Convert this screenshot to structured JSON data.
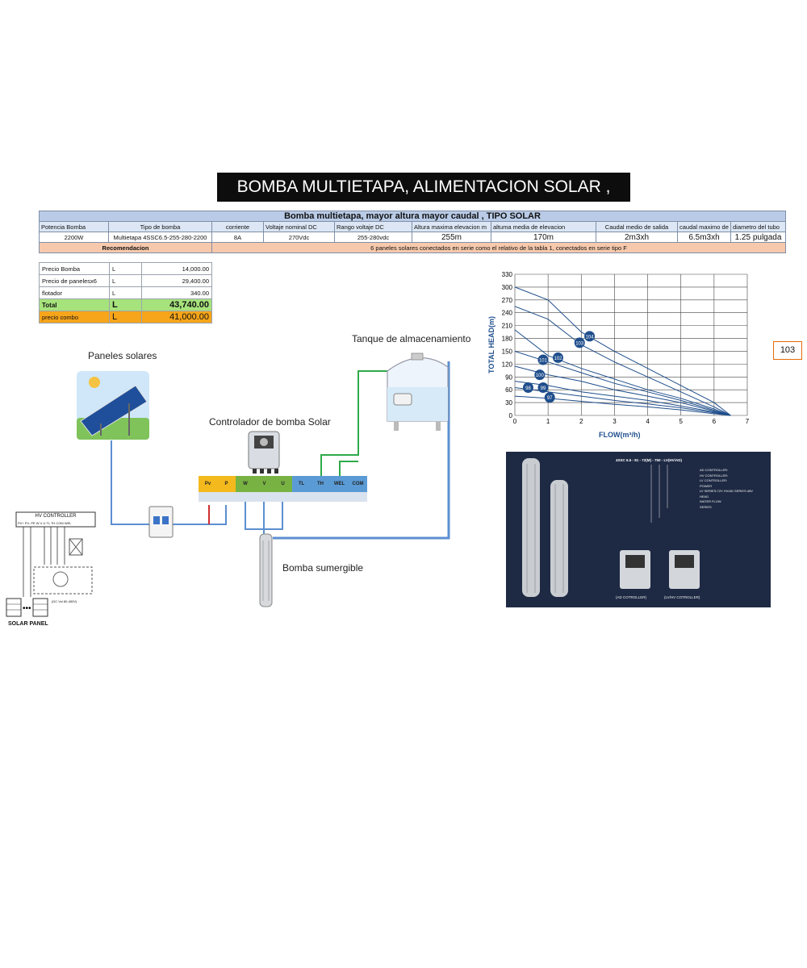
{
  "title": "BOMBA MULTIETAPA, ALIMENTACION SOLAR , 2200W",
  "spec_table": {
    "heading": "Bomba multietapa, mayor altura mayor caudal , TIPO SOLAR",
    "headers": [
      "Potencia Bomba",
      "Tipo de bomba",
      "corriente",
      "Voltaje nominal DC",
      "Rango voltaje DC",
      "Altura maxima elevacion m",
      "altuma media de elevacion",
      "Caudal medio de salida",
      "caudal maximo de",
      "diametro del tubo"
    ],
    "values": [
      "2200W",
      "Multietapa 4SSC6.5-255-280-2200",
      "8A",
      "270Vdc",
      "255-280vdc",
      "255m",
      "170m",
      "2m3xh",
      "6.5m3xh",
      "1.25 pulgada"
    ],
    "recommendation_label": "Recomendacion",
    "recommendation_text": "6 paneles solares conectados en serie  como el relativo de la tabla 1, conectados en serie  tipo F"
  },
  "price_table": {
    "rows": [
      {
        "label": "Precio Bomba",
        "currency": "L",
        "amount": "14,000.00"
      },
      {
        "label": "Precio de panelesx6",
        "currency": "L",
        "amount": "29,400.00"
      },
      {
        "label": "flotador",
        "currency": "L",
        "amount": "340.00"
      }
    ],
    "total": {
      "label": "Total",
      "currency": "L",
      "amount": "43,740.00"
    },
    "combo": {
      "label": "precio combo",
      "currency": "L",
      "amount": "41,000.00"
    }
  },
  "diagram": {
    "panels_label": "Paneles solares",
    "tank_label": "Tanque de almacenamiento",
    "controller_label": "Controlador de bomba Solar",
    "pump_label": "Bomba sumergible",
    "terminals": [
      "Pv",
      "P",
      "W",
      "V",
      "U",
      "TL",
      "TH",
      "WEL",
      "COM"
    ],
    "hv_controller_label": "HV CONTROLLER",
    "hv_terminals": "PV+ PV- PE  W  V  U  TL TH  COM WEL",
    "dc_note": "(DC Vol 80-450V)",
    "solar_panel_label": "SOLAR PANEL"
  },
  "page_badge": "103",
  "chart_data": {
    "type": "line",
    "title": "",
    "xlabel": "FLOW(m³/h)",
    "ylabel": "TOTAL HEAD(m)",
    "xlim": [
      0,
      7
    ],
    "ylim": [
      0,
      330
    ],
    "x_ticks": [
      0,
      1,
      2,
      3,
      4,
      5,
      6,
      7
    ],
    "y_ticks": [
      0,
      30,
      60,
      90,
      120,
      150,
      180,
      210,
      240,
      270,
      300,
      330
    ],
    "grid": true,
    "series": [
      {
        "name": "104",
        "x": [
          0,
          1,
          2,
          3,
          4,
          5,
          6,
          6.5
        ],
        "y": [
          300,
          270,
          195,
          150,
          110,
          70,
          30,
          0
        ],
        "label_x": 2.25,
        "label_y": 185
      },
      {
        "name": "103",
        "x": [
          0,
          1,
          2,
          3,
          4,
          5,
          6,
          6.5
        ],
        "y": [
          255,
          225,
          165,
          125,
          90,
          55,
          20,
          0
        ],
        "label_x": 1.95,
        "label_y": 170
      },
      {
        "name": "102",
        "x": [
          0,
          1,
          2,
          3,
          4,
          5,
          6,
          6.5
        ],
        "y": [
          200,
          140,
          110,
          85,
          60,
          40,
          15,
          0
        ],
        "label_x": 1.3,
        "label_y": 135
      },
      {
        "name": "101",
        "x": [
          0,
          1,
          2,
          3,
          4,
          5,
          6,
          6.5
        ],
        "y": [
          150,
          125,
          100,
          75,
          55,
          35,
          12,
          0
        ],
        "label_x": 0.85,
        "label_y": 130
      },
      {
        "name": "100",
        "x": [
          0,
          1,
          2,
          3,
          4,
          5,
          6,
          6.5
        ],
        "y": [
          115,
          95,
          80,
          60,
          45,
          30,
          10,
          0
        ],
        "label_x": 0.75,
        "label_y": 95
      },
      {
        "name": "99",
        "x": [
          0,
          1,
          2,
          3,
          4,
          5,
          6,
          6.5
        ],
        "y": [
          80,
          70,
          55,
          45,
          35,
          22,
          8,
          0
        ],
        "label_x": 0.85,
        "label_y": 65
      },
      {
        "name": "98",
        "x": [
          0,
          1,
          2,
          3,
          4,
          5,
          6,
          6.5
        ],
        "y": [
          65,
          55,
          45,
          35,
          27,
          18,
          6,
          0
        ],
        "label_x": 0.4,
        "label_y": 65
      },
      {
        "name": "97",
        "x": [
          0,
          1,
          2,
          3,
          4,
          5,
          6,
          6.5
        ],
        "y": [
          45,
          40,
          33,
          26,
          20,
          13,
          4,
          0
        ],
        "label_x": 1.05,
        "label_y": 42
      }
    ]
  },
  "product_photo": {
    "model_code": "4SSC 6.5 - 81 - 72(M) - 750 - LV(HV/AD)",
    "callouts": [
      "AD CONTROLLER:",
      "HV CONTROLLER:",
      "LV CONTROLLER:",
      "POWER",
      "LV SERIES:72V  HV/AD SERIES:48V",
      "HEAD",
      "WATER FLOW",
      "SERIES"
    ],
    "captions": [
      "(AD COTROLLER)",
      "(LV/HV COTROLLER)"
    ]
  },
  "colors": {
    "pipe_blue": "#5b8fd0",
    "pipe_green": "#2eaa4a",
    "curve": "#1f4e8c"
  }
}
